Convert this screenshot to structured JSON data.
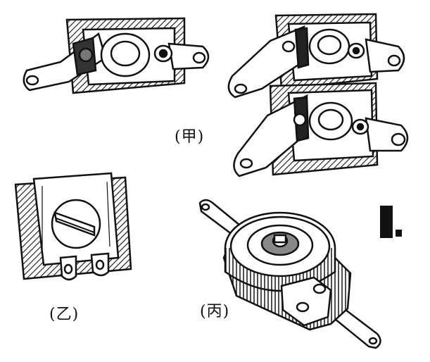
{
  "labels": {
    "jia": "(甲)",
    "yi": "(乙)",
    "bing": "(丙)",
    "figure_number": "I."
  }
}
